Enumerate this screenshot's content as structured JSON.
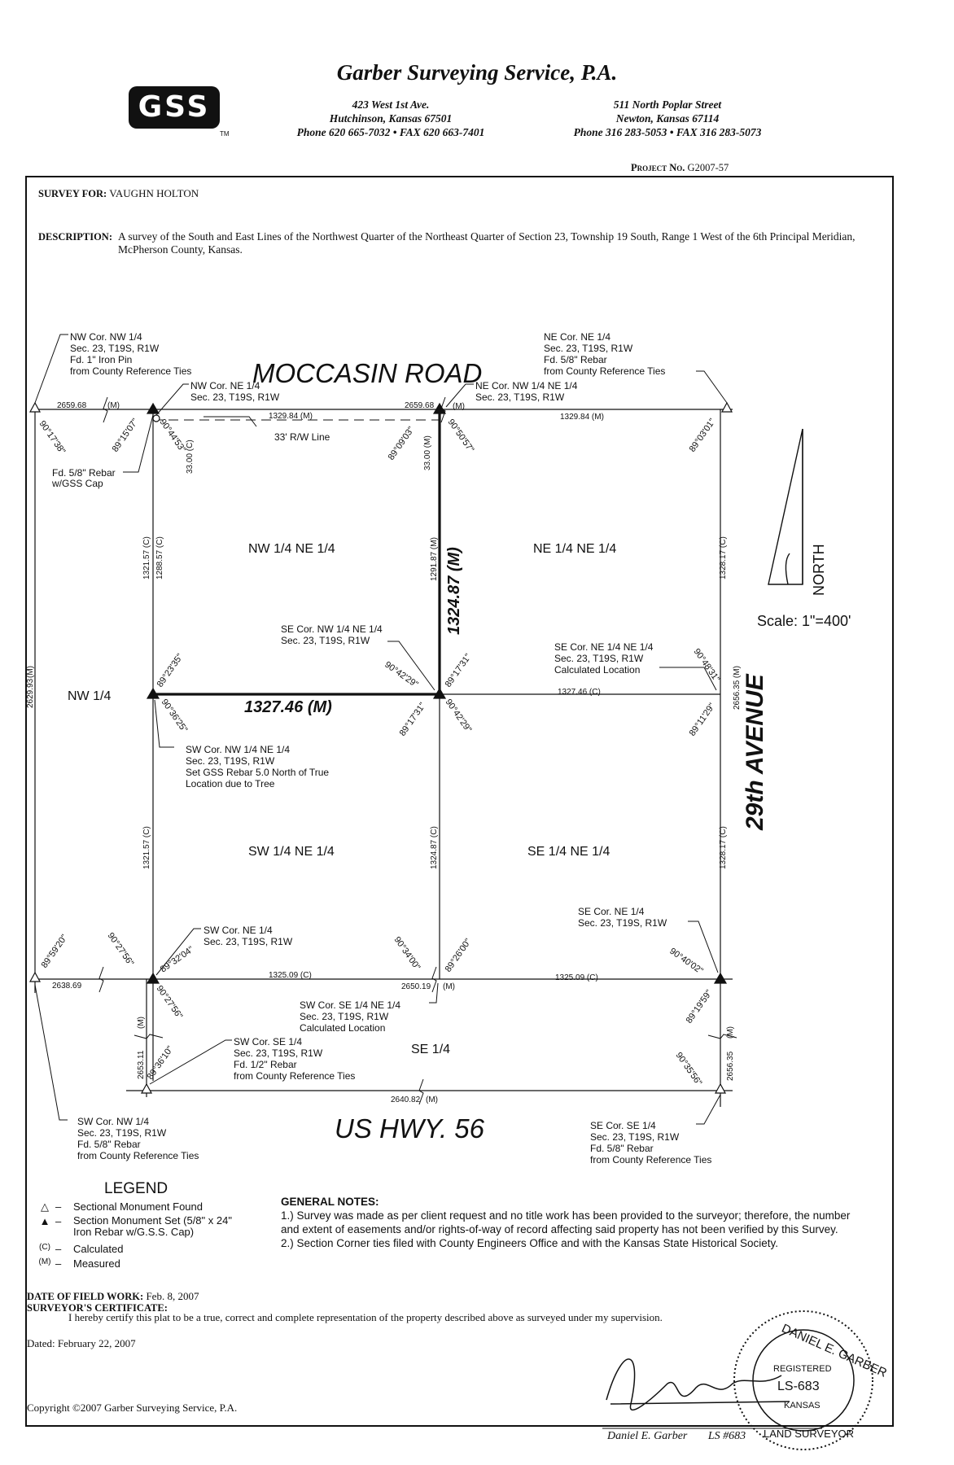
{
  "header": {
    "company": "Garber Surveying Service, P.A.",
    "logo_text": "GSS",
    "logo_tm": "TM",
    "office1": {
      "street": "423 West 1st Ave.",
      "city": "Hutchinson, Kansas 67501",
      "phone": "Phone 620 665-7032 • FAX 620 663-7401"
    },
    "office2": {
      "street": "511 North Poplar Street",
      "city": "Newton, Kansas 67114",
      "phone": "Phone 316 283-5053 • FAX 316 283-5073"
    }
  },
  "project": {
    "label": "Project No.",
    "number": "G2007-57"
  },
  "survey_for": {
    "label": "SURVEY FOR:",
    "value": "VAUGHN HOLTON"
  },
  "description": {
    "label": "DESCRIPTION:",
    "text": "A survey of the South and East Lines of the Northwest Quarter of the Northeast Quarter of Section 23, Township 19 South, Range 1 West of the 6th Principal Meridian, McPherson County, Kansas."
  },
  "roads": {
    "north": "MOCCASIN ROAD",
    "east": "29th AVENUE",
    "south": "US HWY. 56"
  },
  "north_arrow": {
    "label": "NORTH",
    "scale": "Scale:  1\"=400'"
  },
  "quarters": {
    "nw_ne": "NW 1/4 NE 1/4",
    "ne_ne": "NE 1/4 NE 1/4",
    "sw_ne": "SW 1/4 NE 1/4",
    "se_ne": "SE 1/4 NE 1/4",
    "nw": "NW 1/4",
    "se": "SE   1/4"
  },
  "corners": {
    "nw_nw": [
      "NW Cor. NW 1/4",
      "Sec. 23, T19S, R1W",
      "Fd. 1\" Iron Pin",
      "from County Reference Ties"
    ],
    "ne_ne": [
      "NE Cor. NE 1/4",
      "Sec. 23, T19S, R1W",
      "Fd. 5/8\" Rebar",
      "from County Reference Ties"
    ],
    "nw_ne": [
      "NW Cor. NE 1/4",
      "Sec. 23, T19S, R1W"
    ],
    "ne_nw_ne": [
      "NE Cor. NW 1/4 NE 1/4",
      "Sec. 23, T19S, R1W"
    ],
    "rebar_cap": [
      "Fd. 5/8\" Rebar",
      "w/GSS Cap"
    ],
    "rw_line": "33' R/W Line",
    "se_nw_ne": [
      "SE Cor. NW 1/4 NE 1/4",
      "Sec. 23, T19S, R1W"
    ],
    "se_ne_ne": [
      "SE Cor. NE 1/4 NE 1/4",
      "Sec. 23, T19S, R1W",
      "Calculated Location"
    ],
    "sw_nw_ne": [
      "SW Cor. NW 1/4 NE 1/4",
      "Sec. 23, T19S, R1W",
      "Set GSS Rebar 5.0 North of True",
      "Location due to Tree"
    ],
    "se_ne": [
      "SE Cor. NE 1/4",
      "Sec. 23, T19S, R1W"
    ],
    "sw_ne": [
      "SW Cor. NE 1/4",
      "Sec. 23, T19S, R1W"
    ],
    "sw_se_ne": [
      "SW Cor. SE 1/4 NE 1/4",
      "Sec. 23, T19S, R1W",
      "Calculated Location"
    ],
    "sw_se": [
      "SW Cor. SE 1/4",
      "Sec. 23, T19S, R1W",
      "Fd. 1/2\" Rebar",
      "from County Reference Ties"
    ],
    "sw_nw": [
      "SW Cor. NW 1/4",
      "Sec. 23, T19S, R1W",
      "Fd. 5/8\" Rebar",
      "from County Reference Ties"
    ],
    "se_se": [
      "SE Cor. SE 1/4",
      "Sec. 23, T19S, R1W",
      "Fd. 5/8\" Rebar",
      "from County Reference Ties"
    ]
  },
  "dims": {
    "n1": "2659.68",
    "n2": "1329.84 (M)",
    "n3": "2659.68",
    "n4": "1329.84 (M)",
    "m": "(M)",
    "mid_w": "1327.46 (M)",
    "mid_e": "1327.46 (C)",
    "east_n": "1324.87 (M)",
    "s1": "1325.09 (C)",
    "s2": "2650.19",
    "s3": "1325.09 (C)",
    "s4": "2638.69",
    "bot": "2640.82",
    "w1": "1321.57 (C)",
    "w2": "1288.57 (C)",
    "w3": "33.00 (C)",
    "c1": "1291.87 (M)",
    "c2": "33.00 (M)",
    "e1": "1328.17 (C)",
    "e2": "2656.35 (M)",
    "e3": "1328.17 (C)",
    "e4": "2656.35",
    "w4": "1321.57 (C)",
    "w5": "2629.93",
    "c3": "1324.87 (C)",
    "w6": "2653.11"
  },
  "angles": [
    "90°17'38\"",
    "89°15'07\"",
    "90°44'53\"",
    "89°09'03\"",
    "90°50'57\"",
    "89°03'01\"",
    "89°23'35\"",
    "90°42'29\"",
    "89°17'31\"",
    "90°48'31\"",
    "90°36'25\"",
    "89°17'31\"",
    "90°42'29\"",
    "89°11'29\"",
    "89°59'20\"",
    "90°27'56\"",
    "89°32'04\"",
    "90°34'00\"",
    "89°26'00\"",
    "90°40'02\"",
    "90°27'56\"",
    "89°19'59\"",
    "89°36'10\"",
    "90°35'56\""
  ],
  "legend": {
    "title": "LEGEND",
    "items": [
      {
        "symbol": "△",
        "text": "Sectional Monument Found"
      },
      {
        "symbol": "▲",
        "text": "Section Monument Set (5/8\" x 24\" Iron Rebar w/G.S.S. Cap)"
      },
      {
        "symbol": "(C)",
        "text": "Calculated"
      },
      {
        "symbol": "(M)",
        "text": "Measured"
      }
    ]
  },
  "notes": {
    "title": "GENERAL NOTES:",
    "n1": "1.) Survey was made as per client request and no title work has been provided to the surveyor; therefore, the number and extent of easements and/or rights-of-way of record affecting said property has not been verified by this Survey.",
    "n2": "2.) Section Corner ties filed with County Engineers Office and with the Kansas State Historical Society."
  },
  "field_work": {
    "label": "DATE OF FIELD WORK:",
    "value": "Feb. 8, 2007"
  },
  "certificate": {
    "label": "SURVEYOR'S CERTIFICATE:",
    "text": "I hereby certify this plat to be a true, correct and complete representation of the property described above as surveyed under my supervision.",
    "dated": "Dated: February 22, 2007"
  },
  "seal": {
    "ring": "DANIEL E. GARBER",
    "registered": "REGISTERED",
    "number": "LS-683",
    "state": "KANSAS",
    "bottom": "LAND SURVEYOR"
  },
  "signature": {
    "name": "Daniel E. Garber",
    "ls": "LS #683"
  },
  "copyright": "Copyright ©2007 Garber Surveying Service, P.A."
}
